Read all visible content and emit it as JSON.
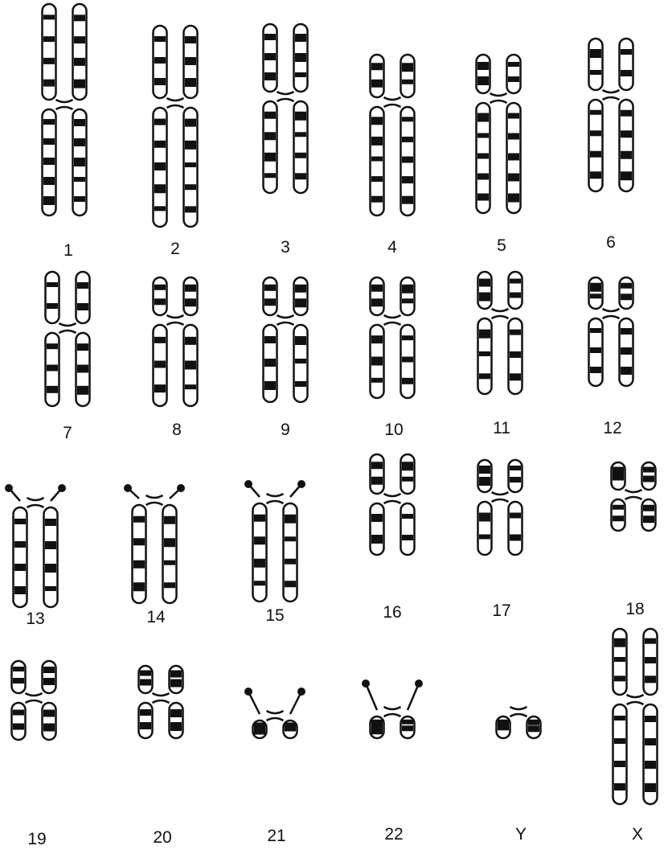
{
  "karyotype": {
    "colors": {
      "ink": "#111111",
      "paper": "#ffffff"
    },
    "chromosomes": [
      {
        "label": "1",
        "kind": "metacentric"
      },
      {
        "label": "2",
        "kind": "metacentric"
      },
      {
        "label": "3",
        "kind": "metacentric"
      },
      {
        "label": "4",
        "kind": "submetacentric"
      },
      {
        "label": "5",
        "kind": "submetacentric"
      },
      {
        "label": "6",
        "kind": "submetacentric"
      },
      {
        "label": "7",
        "kind": "submetacentric"
      },
      {
        "label": "8",
        "kind": "submetacentric"
      },
      {
        "label": "9",
        "kind": "submetacentric"
      },
      {
        "label": "10",
        "kind": "submetacentric"
      },
      {
        "label": "11",
        "kind": "submetacentric"
      },
      {
        "label": "12",
        "kind": "submetacentric"
      },
      {
        "label": "13",
        "kind": "acrocentric"
      },
      {
        "label": "14",
        "kind": "acrocentric"
      },
      {
        "label": "15",
        "kind": "acrocentric"
      },
      {
        "label": "16",
        "kind": "submetacentric"
      },
      {
        "label": "17",
        "kind": "submetacentric"
      },
      {
        "label": "18",
        "kind": "submetacentric"
      },
      {
        "label": "19",
        "kind": "metacentric"
      },
      {
        "label": "20",
        "kind": "metacentric"
      },
      {
        "label": "21",
        "kind": "acrocentric"
      },
      {
        "label": "22",
        "kind": "acrocentric"
      },
      {
        "label": "Y",
        "kind": "acrocentric"
      },
      {
        "label": "X",
        "kind": "submetacentric"
      }
    ]
  }
}
